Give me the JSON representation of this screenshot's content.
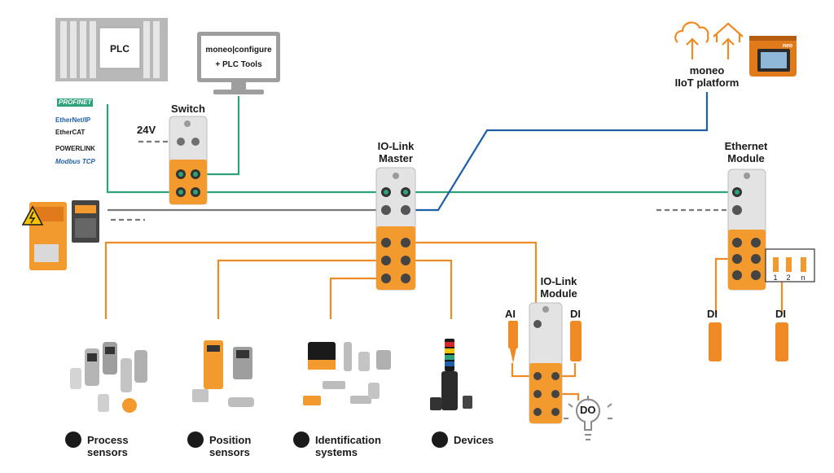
{
  "colors": {
    "ethernet_green": "#2ea37a",
    "cloud_blue": "#1f5fa8",
    "iolink_orange": "#f08a24",
    "power_gray": "#7a7a7a",
    "device_orange": "#f39a2e",
    "device_gray": "#d9d9d9",
    "dark": "#1a1a1a"
  },
  "plc": {
    "label": "PLC"
  },
  "software": {
    "line1": "moneo|configure",
    "line2": "+ PLC Tools"
  },
  "switch": {
    "label": "Switch",
    "voltage": "24V"
  },
  "protocols": [
    "PROFINET",
    "EtherNet/IP",
    "EtherCAT",
    "POWERLINK",
    "Modbus TCP"
  ],
  "master": {
    "label_line1": "IO-Link",
    "label_line2": "Master"
  },
  "cloud": {
    "label_line1": "moneo",
    "label_line2": "IIoT platform",
    "brand": "neo"
  },
  "ethernet_module": {
    "label_line1": "Ethernet",
    "label_line2": "Module"
  },
  "iolink_module": {
    "label_line1": "IO-Link",
    "label_line2": "Module",
    "ai": "AI",
    "di": "DI",
    "do": "DO"
  },
  "eth_module_io": {
    "di_left": "DI",
    "di_right": "DI",
    "channels": [
      "1",
      "2",
      "n"
    ]
  },
  "categories": [
    {
      "line1": "Process",
      "line2": "sensors"
    },
    {
      "line1": "Position",
      "line2": "sensors"
    },
    {
      "line1": "Identification",
      "line2": "systems"
    },
    {
      "line1": "Devices",
      "line2": ""
    }
  ]
}
